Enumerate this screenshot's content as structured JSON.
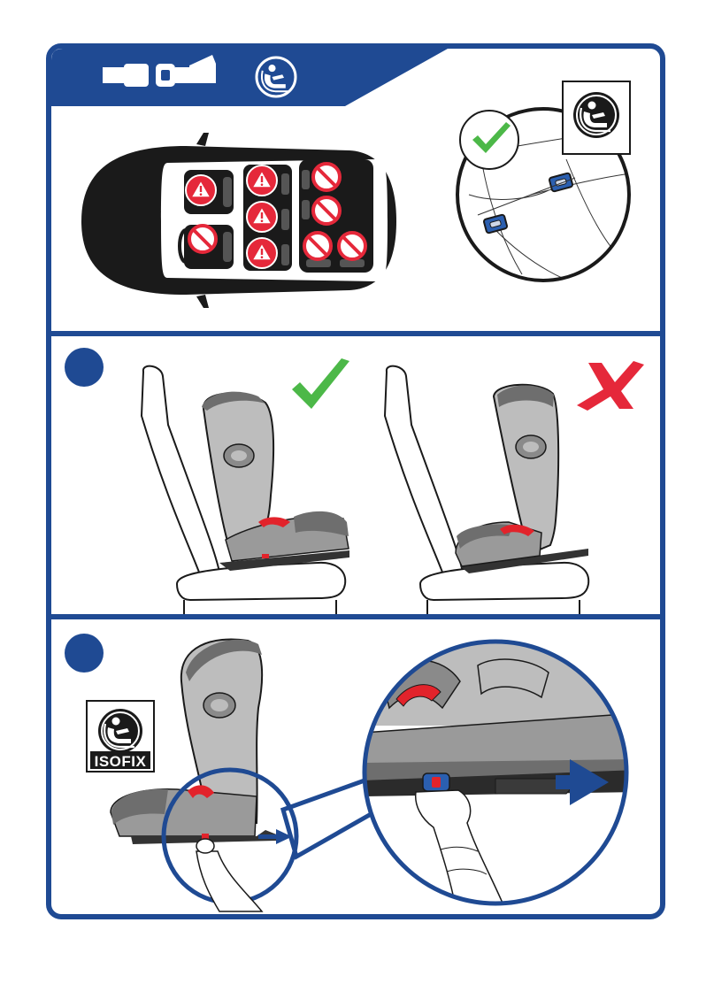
{
  "colors": {
    "frame_blue": "#1f4a93",
    "ok_green": "#4cb848",
    "bad_red": "#e5283a",
    "seat_gray": "#bdbdbd",
    "seat_dark": "#6e6e6e",
    "accent_red": "#e2232b"
  },
  "header": {
    "icons": [
      "seat-belt-icon",
      "isofix-child-seat-icon"
    ]
  },
  "isofix_badge": {
    "label": "ISOFIX"
  },
  "steps": [
    {
      "marker": "step-1-marker",
      "correct": "checkmark-icon",
      "wrong": "cross-icon"
    },
    {
      "marker": "step-2-marker"
    }
  ]
}
